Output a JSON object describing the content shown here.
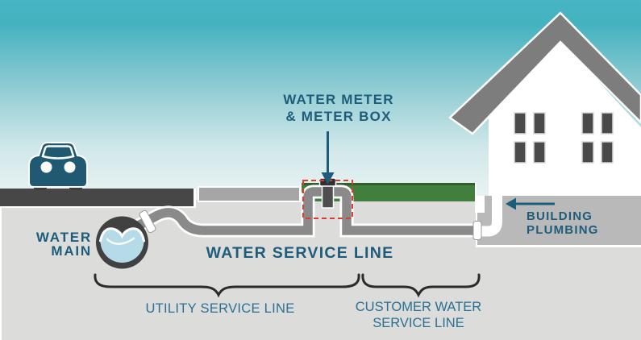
{
  "title": "Water service line diagram",
  "labels": {
    "water_meter_line1": "WATER METER",
    "water_meter_line2": "& METER BOX",
    "water_main_line1": "WATER",
    "water_main_line2": "MAIN",
    "water_service_line": "WATER SERVICE LINE",
    "building_plumbing_line1": "BUILDING",
    "building_plumbing_line2": "PLUMBING",
    "utility_service_line": "UTILITY SERVICE LINE",
    "customer_water_line1": "CUSTOMER WATER",
    "customer_water_line2": "SERVICE LINE"
  },
  "icons": {
    "car": "car-icon",
    "house": "house-icon",
    "water_main": "water-main-icon",
    "water_meter": "water-meter-icon",
    "meter_box": "meter-box-dashed-outline",
    "meter_pointer": "down-arrow-icon",
    "building_pointer": "left-arrow-icon",
    "utility_span": "curly-brace-left",
    "customer_span": "curly-brace-right"
  },
  "colors": {
    "label_dark_teal": "#1d5d7b",
    "label_light_teal": "#2b7092",
    "sky_top": "#47b5c3",
    "sky_bottom": "#ecf4f3",
    "underground": "#dcdcda",
    "road": "#474747",
    "sidewalk": "#a6a6a6",
    "grass": "#41803c",
    "pipe_gray": "#8a8a8a",
    "roof_gray": "#7d7d7d",
    "foundation_gray": "#b9b9b9",
    "water_blue": "#b5dbe9",
    "car_teal": "#1f5a72",
    "meter_box_red": "#e23b2e",
    "brace_black": "#2b2b2b",
    "house_white": "#ffffff",
    "window_gray": "#4a4a4a"
  }
}
